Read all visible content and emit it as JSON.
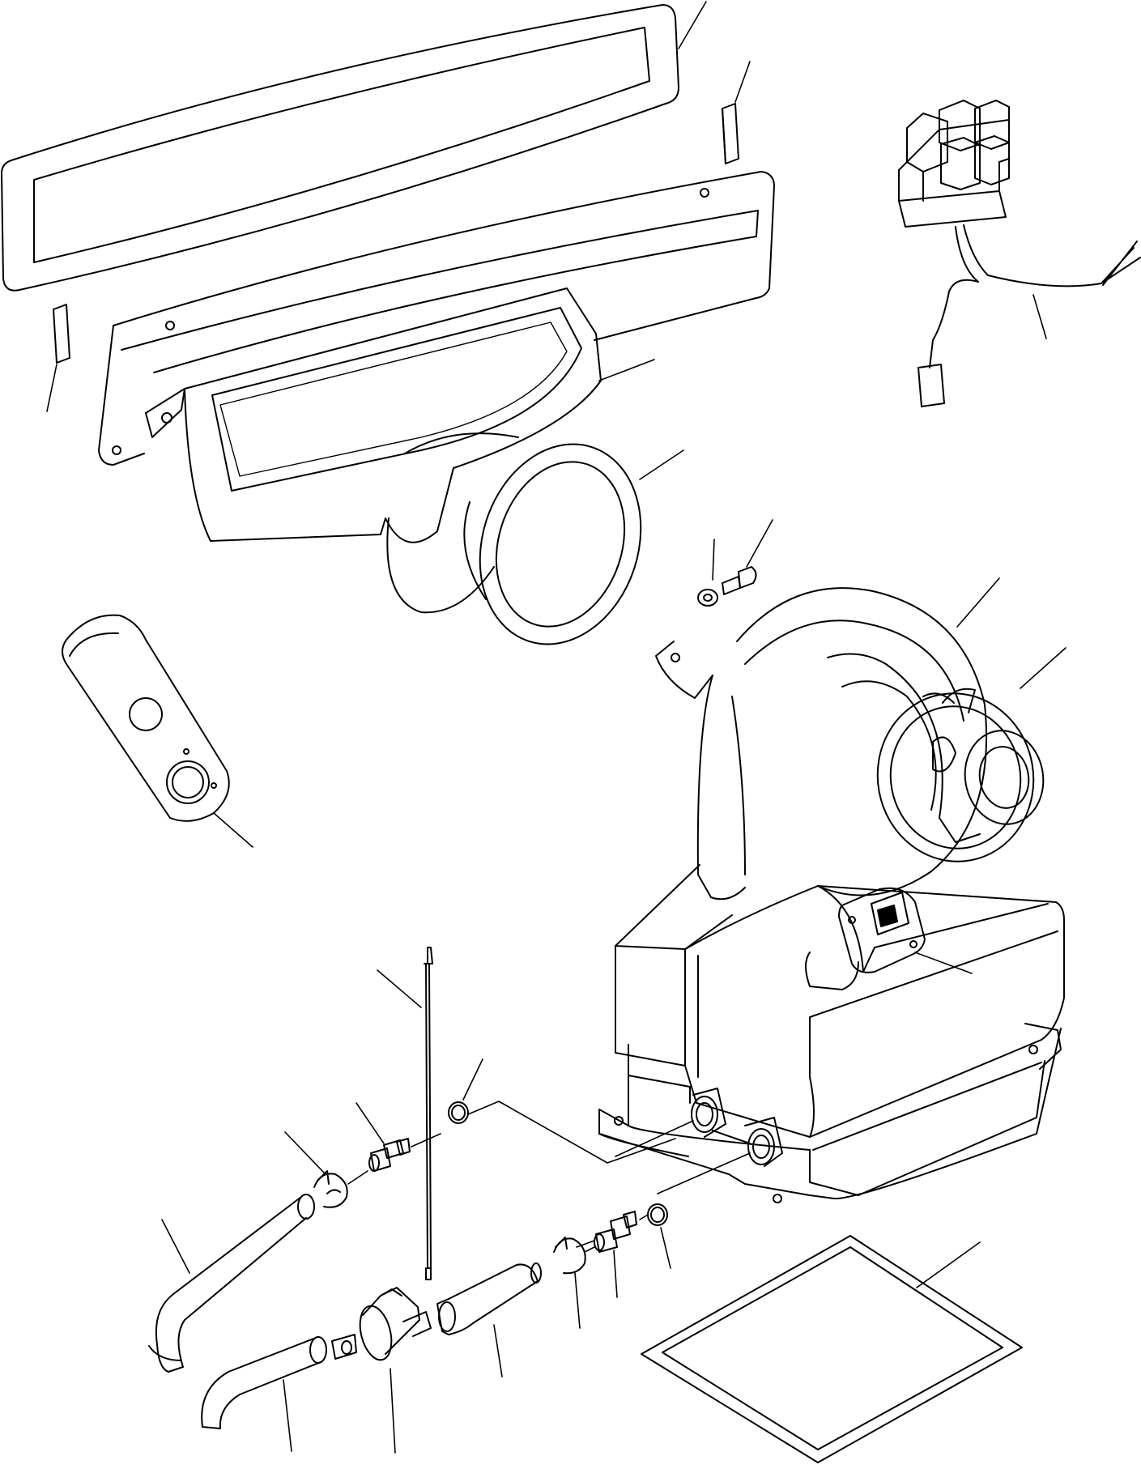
{
  "diagram": {
    "background": "#ffffff",
    "ink": "#000000",
    "parts": [
      "windshield-gasket",
      "foam-strip-right",
      "foam-strip-left",
      "air-duct-housing",
      "duct-sleeve",
      "bolt",
      "washer",
      "blower-housing",
      "blower-motor",
      "relay-harness",
      "control-panel",
      "resistor",
      "heater-unit",
      "filter-gasket",
      "rod",
      "o-ring-upper",
      "o-ring-lower",
      "fitting-upper",
      "fitting-lower",
      "clamp-upper",
      "clamp-lower",
      "hose-upper",
      "hose-lower",
      "hose-middle",
      "water-valve"
    ]
  }
}
